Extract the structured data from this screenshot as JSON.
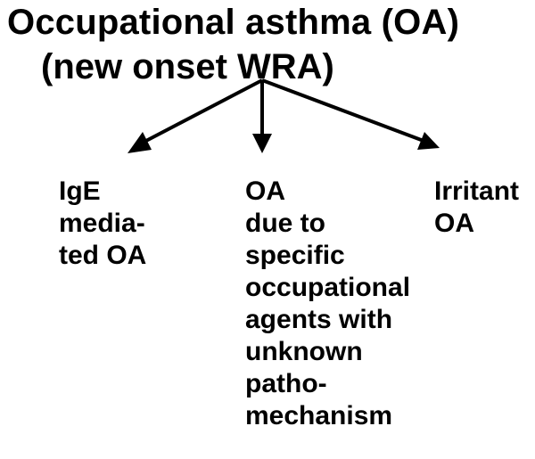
{
  "diagram": {
    "title_line1": "Occupational asthma (OA)",
    "title_line2": "(new onset WRA)",
    "line_color": "#000000",
    "text_color": "#000000",
    "background": "#ffffff",
    "nodes": [
      {
        "id": "left",
        "text": "IgE\nmedia-\nted OA"
      },
      {
        "id": "mid",
        "text": "OA\ndue to\nspecific\noccupational\nagents with\nunknown\npatho-\nmechanism"
      },
      {
        "id": "right",
        "text": "Irritant\nOA"
      }
    ]
  }
}
